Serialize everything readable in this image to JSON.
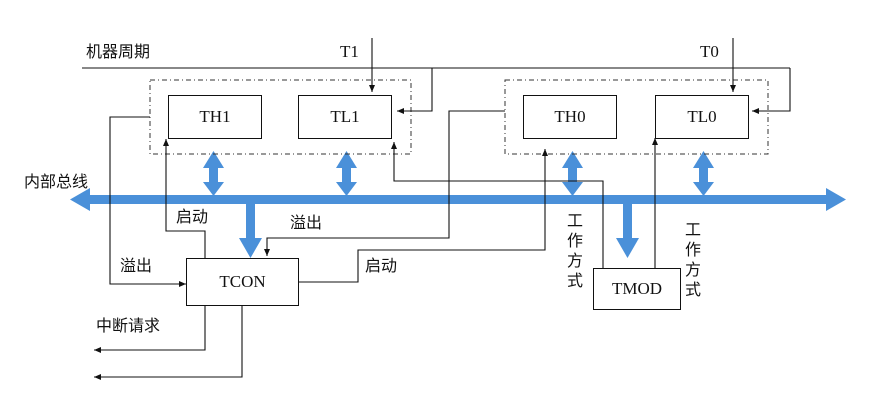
{
  "labels": {
    "machine_cycle": "机器周期",
    "t1": "T1",
    "t0": "T0",
    "internal_bus": "内部总线",
    "start_left": "启动",
    "overflow_mid": "溢出",
    "overflow_left": "溢出",
    "start_right": "启动",
    "work_mode_left": "工作方式",
    "work_mode_right": "工作方式",
    "interrupt_request": "中断请求"
  },
  "blocks": {
    "th1": "TH1",
    "tl1": "TL1",
    "th0": "TH0",
    "tl0": "TL0",
    "tcon": "TCON",
    "tmod": "TMOD"
  },
  "colors": {
    "bus": "#4a90d9",
    "line": "#111111"
  }
}
